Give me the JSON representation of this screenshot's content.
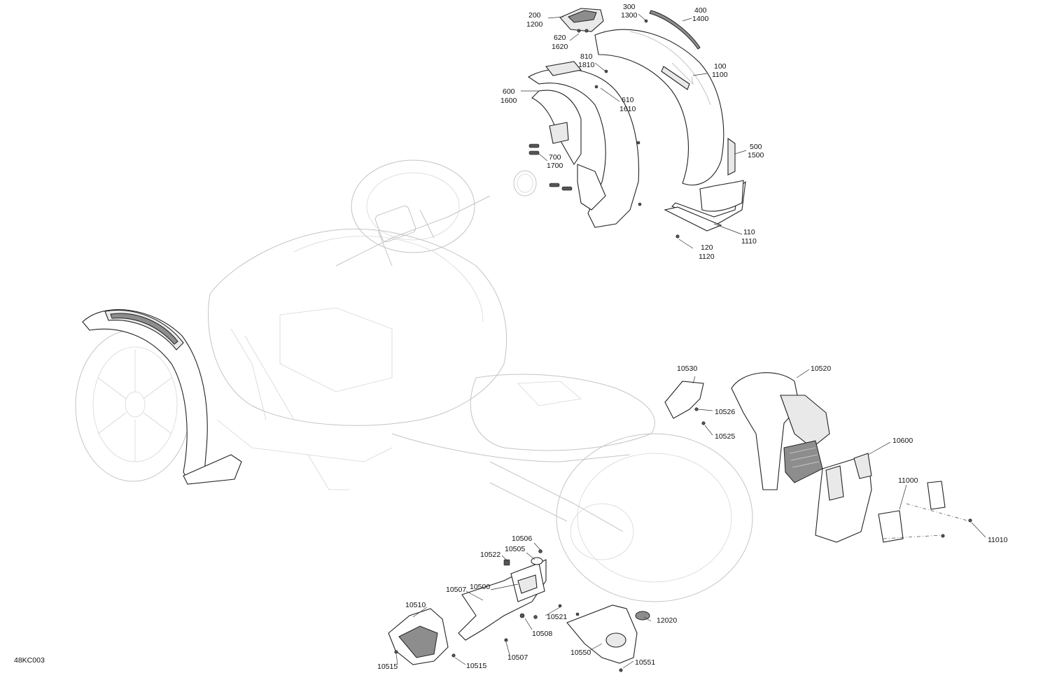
{
  "diagram_id": "48KC003",
  "callouts": [
    {
      "id": "c-200",
      "lines": [
        "200",
        "1200"
      ]
    },
    {
      "id": "c-300",
      "lines": [
        "300",
        "1300"
      ]
    },
    {
      "id": "c-400",
      "lines": [
        "400",
        "1400"
      ]
    },
    {
      "id": "c-620",
      "lines": [
        "620",
        "1620"
      ]
    },
    {
      "id": "c-810",
      "lines": [
        "810",
        "1810"
      ]
    },
    {
      "id": "c-100",
      "lines": [
        "100",
        "1100"
      ]
    },
    {
      "id": "c-600",
      "lines": [
        "600",
        "1600"
      ]
    },
    {
      "id": "c-610",
      "lines": [
        "610",
        "1610"
      ]
    },
    {
      "id": "c-500",
      "lines": [
        "500",
        "1500"
      ]
    },
    {
      "id": "c-700",
      "lines": [
        "700",
        "1700"
      ]
    },
    {
      "id": "c-110",
      "lines": [
        "110",
        "1110"
      ]
    },
    {
      "id": "c-120",
      "lines": [
        "120",
        "1120"
      ]
    },
    {
      "id": "c-10530",
      "lines": [
        "10530"
      ]
    },
    {
      "id": "c-10520",
      "lines": [
        "10520"
      ]
    },
    {
      "id": "c-10526",
      "lines": [
        "10526"
      ]
    },
    {
      "id": "c-10525",
      "lines": [
        "10525"
      ]
    },
    {
      "id": "c-10600",
      "lines": [
        "10600"
      ]
    },
    {
      "id": "c-11000",
      "lines": [
        "11000"
      ]
    },
    {
      "id": "c-11010",
      "lines": [
        "11010"
      ]
    },
    {
      "id": "c-10506",
      "lines": [
        "10506"
      ]
    },
    {
      "id": "c-10505",
      "lines": [
        "10505"
      ]
    },
    {
      "id": "c-10522",
      "lines": [
        "10522"
      ]
    },
    {
      "id": "c-10507a",
      "lines": [
        "10507"
      ]
    },
    {
      "id": "c-10500",
      "lines": [
        "10500"
      ]
    },
    {
      "id": "c-10510",
      "lines": [
        "10510"
      ]
    },
    {
      "id": "c-10521",
      "lines": [
        "10521"
      ]
    },
    {
      "id": "c-12020",
      "lines": [
        "12020"
      ]
    },
    {
      "id": "c-10508",
      "lines": [
        "10508"
      ]
    },
    {
      "id": "c-10550",
      "lines": [
        "10550"
      ]
    },
    {
      "id": "c-10507b",
      "lines": [
        "10507"
      ]
    },
    {
      "id": "c-10515a",
      "lines": [
        "10515"
      ]
    },
    {
      "id": "c-10515b",
      "lines": [
        "10515"
      ]
    },
    {
      "id": "c-10551",
      "lines": [
        "10551"
      ]
    }
  ]
}
